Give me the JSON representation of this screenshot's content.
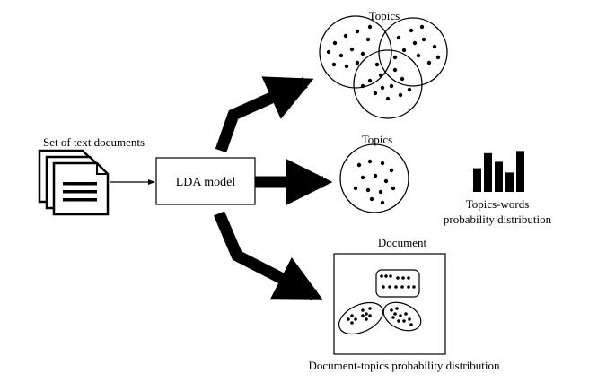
{
  "input": {
    "label": "Set of text documents",
    "icon": "stacked-documents-icon"
  },
  "model": {
    "label": "LDA model"
  },
  "outputs": {
    "topics_overlap_label": "Topics",
    "topics_single_label": "Topics",
    "topics_words_label_line1": "Topics-words",
    "topics_words_label_line2": "probability distribution",
    "topics_words_icon": "bar-chart-icon",
    "topics_words_bar_levels": [
      0.55,
      0.9,
      0.7,
      0.45,
      0.95
    ],
    "document_label": "Document",
    "document_topics_label": "Document-topics probability distribution"
  },
  "colors": {
    "stroke": "#000000",
    "background": "#ffffff"
  }
}
